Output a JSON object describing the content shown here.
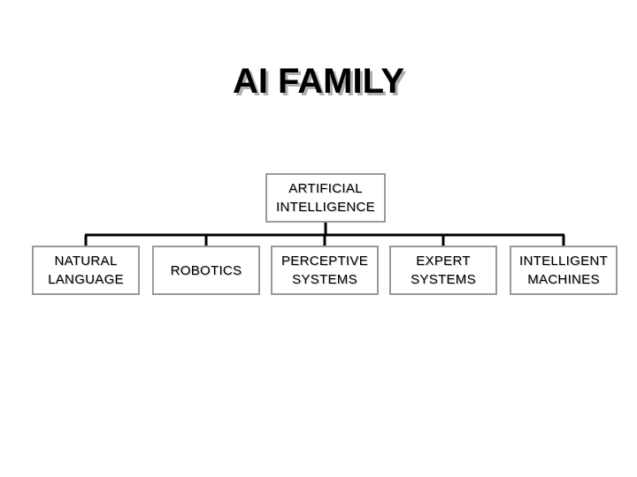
{
  "title": "AI FAMILY",
  "root": {
    "label": "ARTIFICIAL\nINTELLIGENCE"
  },
  "children": [
    {
      "label": "NATURAL\nLANGUAGE"
    },
    {
      "label": "ROBOTICS"
    },
    {
      "label": "PERCEPTIVE\nSYSTEMS"
    },
    {
      "label": "EXPERT\nSYSTEMS"
    },
    {
      "label": "INTELLIGENT\nMACHINES"
    }
  ]
}
